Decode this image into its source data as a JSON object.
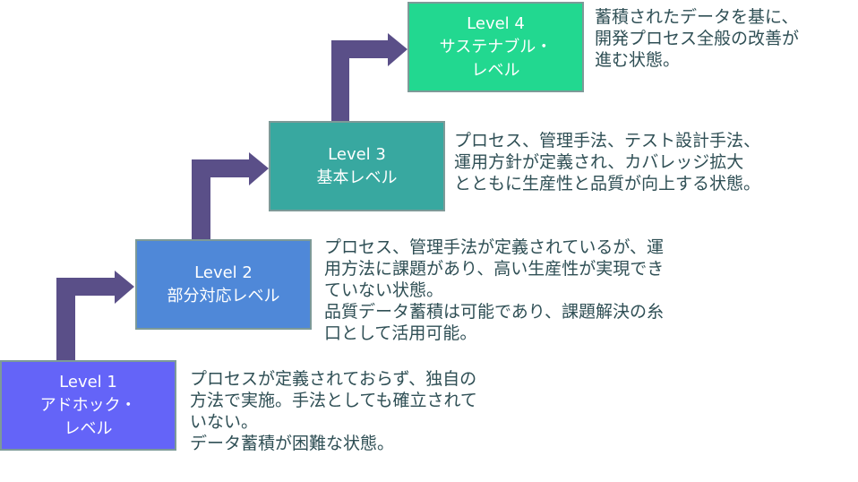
{
  "colors": {
    "arrow": "#5a4f88",
    "level1": "#6464f8",
    "level2": "#4f88d8",
    "level3": "#38a8a0",
    "level4": "#22d890",
    "text": "#2f4f55"
  },
  "levels": [
    {
      "title": "Level 1",
      "name_lines": [
        "アドホック・",
        "レベル"
      ],
      "description_lines": [
        "プロセスが定義されておらず、独自の",
        "方法で実施。手法としても確立されて",
        "いない。",
        "データ蓄積が困難な状態。"
      ]
    },
    {
      "title": "Level 2",
      "name_lines": [
        "部分対応レベル"
      ],
      "description_lines": [
        "プロセス、管理手法が定義されているが、運",
        "用方法に課題があり、高い生産性が実現でき",
        "ていない状態。",
        "品質データ蓄積は可能であり、課題解決の糸",
        "口として活用可能。"
      ]
    },
    {
      "title": "Level 3",
      "name_lines": [
        "基本レベル"
      ],
      "description_lines": [
        "プロセス、管理手法、テスト設計手法、",
        "運用方針が定義され、カバレッジ拡大",
        "とともに生産性と品質が向上する状態。"
      ]
    },
    {
      "title": "Level 4",
      "name_lines": [
        "サステナブル・",
        "レベル"
      ],
      "description_lines": [
        "蓄積されたデータを基に、",
        "開発プロセス全般の改善が",
        "進む状態。"
      ]
    }
  ]
}
